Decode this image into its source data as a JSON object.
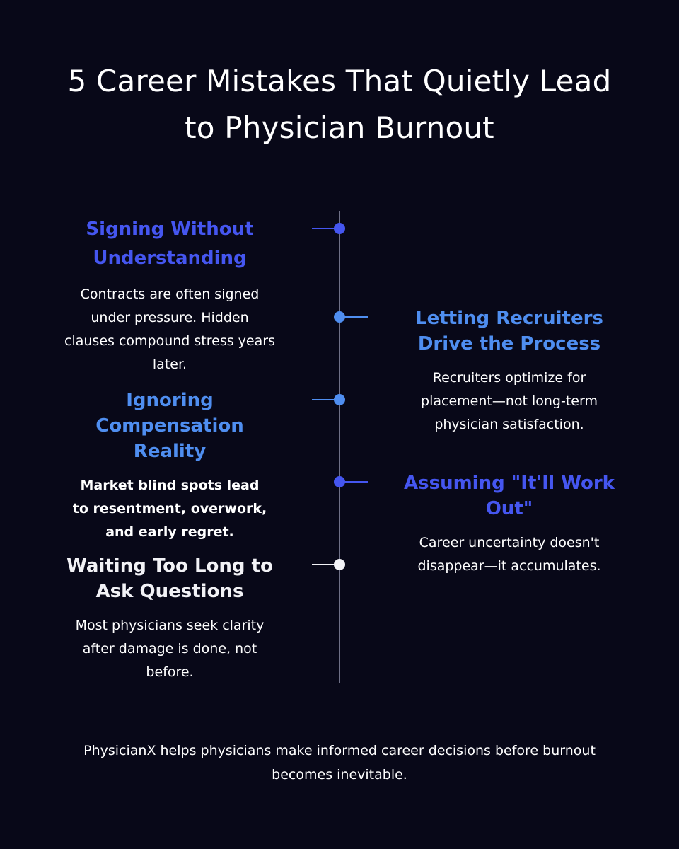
{
  "title": "5 Career Mistakes That Quietly Lead to Physician Burnout",
  "colors": {
    "background": "#080818",
    "accent_dark": "#4556f0",
    "accent_light": "#4f8ef0",
    "white": "#f2f2f6",
    "timeline": "#6e7086"
  },
  "mistakes": [
    {
      "heading": "Signing Without Understanding",
      "body": "Contracts are often signed under pressure. Hidden clauses compound stress years later.",
      "color": "#4556f0"
    },
    {
      "heading": "Letting Recruiters Drive the Process",
      "body": "Recruiters optimize for placement—not long-term physician satisfaction.",
      "color": "#4f8ef0"
    },
    {
      "heading": "Ignoring Compensation Reality",
      "body": "Market blind spots lead to resentment, overwork, and early regret.",
      "color": "#4f8ef0"
    },
    {
      "heading": "Assuming \"It'll Work Out\"",
      "body": "Career uncertainty doesn't disappear—it accumulates.",
      "color": "#4556f0"
    },
    {
      "heading": "Waiting Too Long to Ask Questions",
      "body": "Most physicians seek clarity after damage is done, not before.",
      "color": "#f2f2f6"
    }
  ],
  "footer": "PhysicianX helps physicians make informed career decisions before burnout becomes inevitable."
}
